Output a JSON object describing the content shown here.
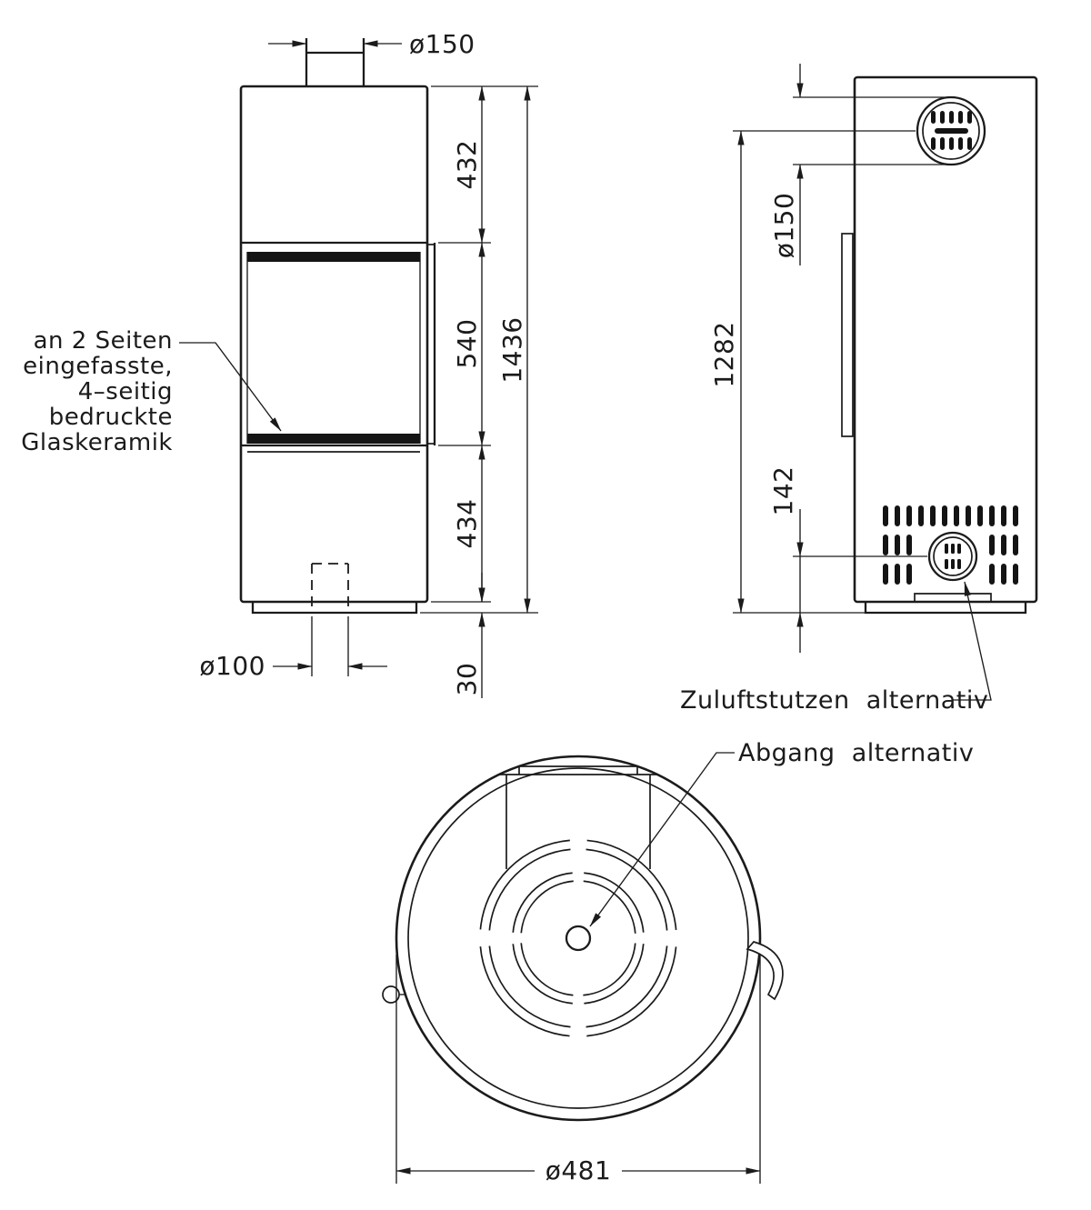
{
  "drawing": {
    "front_view": {
      "flue_diameter": "ø150",
      "upper_section_height": "432",
      "glass_section_height": "540",
      "lower_section_height": "434",
      "base_height": "30",
      "total_height": "1436",
      "floor_outlet_diameter": "ø100",
      "glass_note": [
        "an 2 Seiten",
        "eingefasste,",
        "4–seitig",
        "bedruckte",
        "Glaskeramik"
      ]
    },
    "side_view": {
      "flue_diameter": "ø150",
      "flue_center_height": "1282",
      "air_inlet_center_height": "142",
      "air_inlet_label": "Zuluftstutzen  alternativ"
    },
    "top_view": {
      "outer_diameter": "ø481",
      "outlet_label": "Abgang  alternativ"
    }
  }
}
